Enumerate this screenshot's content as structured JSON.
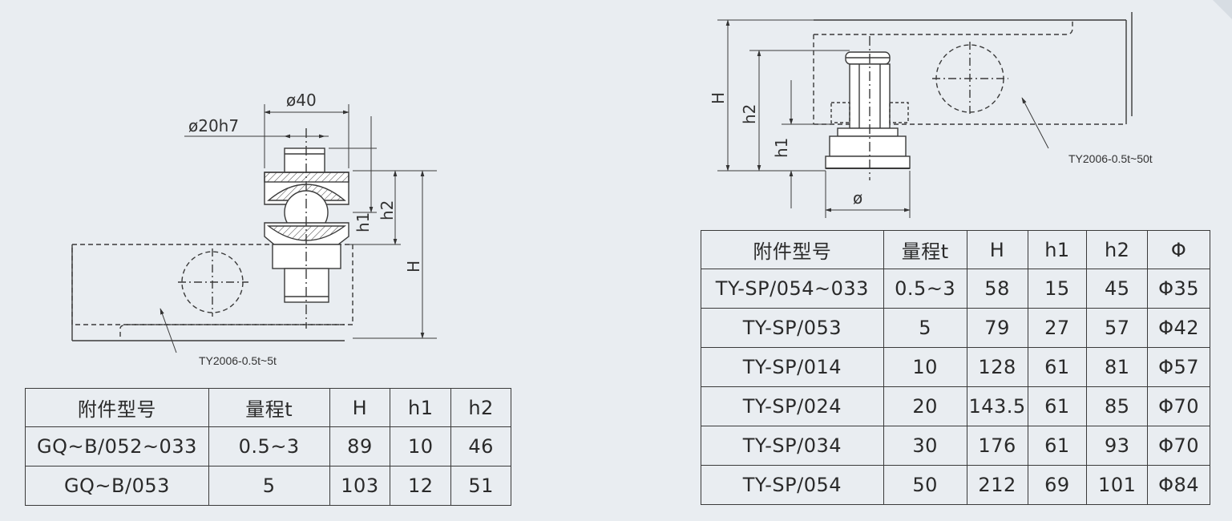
{
  "left_diagram": {
    "dim_outer_diameter": "ø40",
    "dim_pin_diameter": "ø20h7",
    "dim_h1": "h1",
    "dim_h2": "h2",
    "dim_H": "H",
    "caption": "TY2006-0.5t~5t"
  },
  "right_diagram": {
    "dim_H": "H",
    "dim_h2": "h2",
    "dim_h1": "h1",
    "dim_diameter": "ø",
    "caption": "TY2006-0.5t~50t"
  },
  "left_table": {
    "headers": [
      "附件型号",
      "量程t",
      "H",
      "h1",
      "h2"
    ],
    "rows": [
      [
        "GQ~B/052~033",
        "0.5~3",
        "89",
        "10",
        "46"
      ],
      [
        "GQ~B/053",
        "5",
        "103",
        "12",
        "51"
      ]
    ]
  },
  "right_table": {
    "headers": [
      "附件型号",
      "量程t",
      "H",
      "h1",
      "h2",
      "Φ"
    ],
    "rows": [
      [
        "TY-SP/054~033",
        "0.5~3",
        "58",
        "15",
        "45",
        "Φ35"
      ],
      [
        "TY-SP/053",
        "5",
        "79",
        "27",
        "57",
        "Φ42"
      ],
      [
        "TY-SP/014",
        "10",
        "128",
        "61",
        "81",
        "Φ57"
      ],
      [
        "TY-SP/024",
        "20",
        "143.5",
        "61",
        "85",
        "Φ70"
      ],
      [
        "TY-SP/034",
        "30",
        "176",
        "61",
        "93",
        "Φ70"
      ],
      [
        "TY-SP/054",
        "50",
        "212",
        "69",
        "101",
        "Φ84"
      ]
    ]
  }
}
